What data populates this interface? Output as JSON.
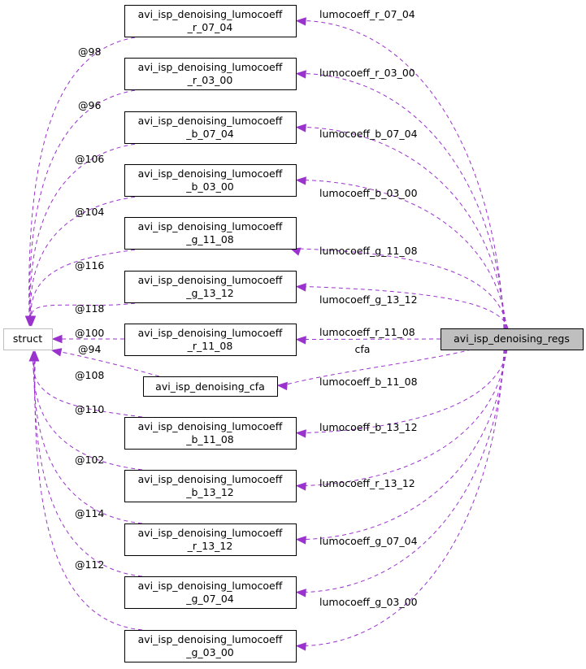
{
  "diagram": {
    "type": "collaboration-graph",
    "root": {
      "id": "regs",
      "label": "avi_isp_denoising_regs"
    },
    "base": {
      "id": "struct",
      "label": "struct"
    },
    "members": [
      {
        "id": "r_07_04",
        "line1": "avi_isp_denoising_lumocoeff",
        "line2": "_r_07_04",
        "field": "lumocoeff_r_07_04",
        "offset": "@98"
      },
      {
        "id": "r_03_00",
        "line1": "avi_isp_denoising_lumocoeff",
        "line2": "_r_03_00",
        "field": "lumocoeff_r_03_00",
        "offset": "@96"
      },
      {
        "id": "b_07_04",
        "line1": "avi_isp_denoising_lumocoeff",
        "line2": "_b_07_04",
        "field": "lumocoeff_b_07_04",
        "offset": "@106"
      },
      {
        "id": "b_03_00",
        "line1": "avi_isp_denoising_lumocoeff",
        "line2": "_b_03_00",
        "field": "lumocoeff_b_03_00",
        "offset": "@104"
      },
      {
        "id": "g_11_08",
        "line1": "avi_isp_denoising_lumocoeff",
        "line2": "_g_11_08",
        "field": "lumocoeff_g_11_08",
        "offset": "@116"
      },
      {
        "id": "g_13_12",
        "line1": "avi_isp_denoising_lumocoeff",
        "line2": "_g_13_12",
        "field": "lumocoeff_g_13_12",
        "offset": "@118"
      },
      {
        "id": "r_11_08",
        "line1": "avi_isp_denoising_lumocoeff",
        "line2": "_r_11_08",
        "field": "lumocoeff_r_11_08",
        "offset": "@100"
      },
      {
        "id": "cfa",
        "line1": "avi_isp_denoising_cfa",
        "line2": "",
        "field": "cfa",
        "offset": "@94"
      },
      {
        "id": "b_11_08",
        "line1": "avi_isp_denoising_lumocoeff",
        "line2": "_b_11_08",
        "field": "lumocoeff_b_11_08",
        "offset": "@108"
      },
      {
        "id": "b_13_12",
        "line1": "avi_isp_denoising_lumocoeff",
        "line2": "_b_13_12",
        "field": "lumocoeff_b_13_12",
        "offset": "@110"
      },
      {
        "id": "r_13_12",
        "line1": "avi_isp_denoising_lumocoeff",
        "line2": "_r_13_12",
        "field": "lumocoeff_r_13_12",
        "offset": "@102"
      },
      {
        "id": "g_07_04",
        "line1": "avi_isp_denoising_lumocoeff",
        "line2": "_g_07_04",
        "field": "lumocoeff_g_07_04",
        "offset": "@114"
      },
      {
        "id": "g_03_00",
        "line1": "avi_isp_denoising_lumocoeff",
        "line2": "_g_03_00",
        "field": "lumocoeff_g_03_00",
        "offset": "@112"
      }
    ],
    "colors": {
      "edge": "#9a32cd",
      "root_fill": "#bfbfbf",
      "struct_border": "#bfbfbf",
      "node_border": "#000000"
    }
  }
}
